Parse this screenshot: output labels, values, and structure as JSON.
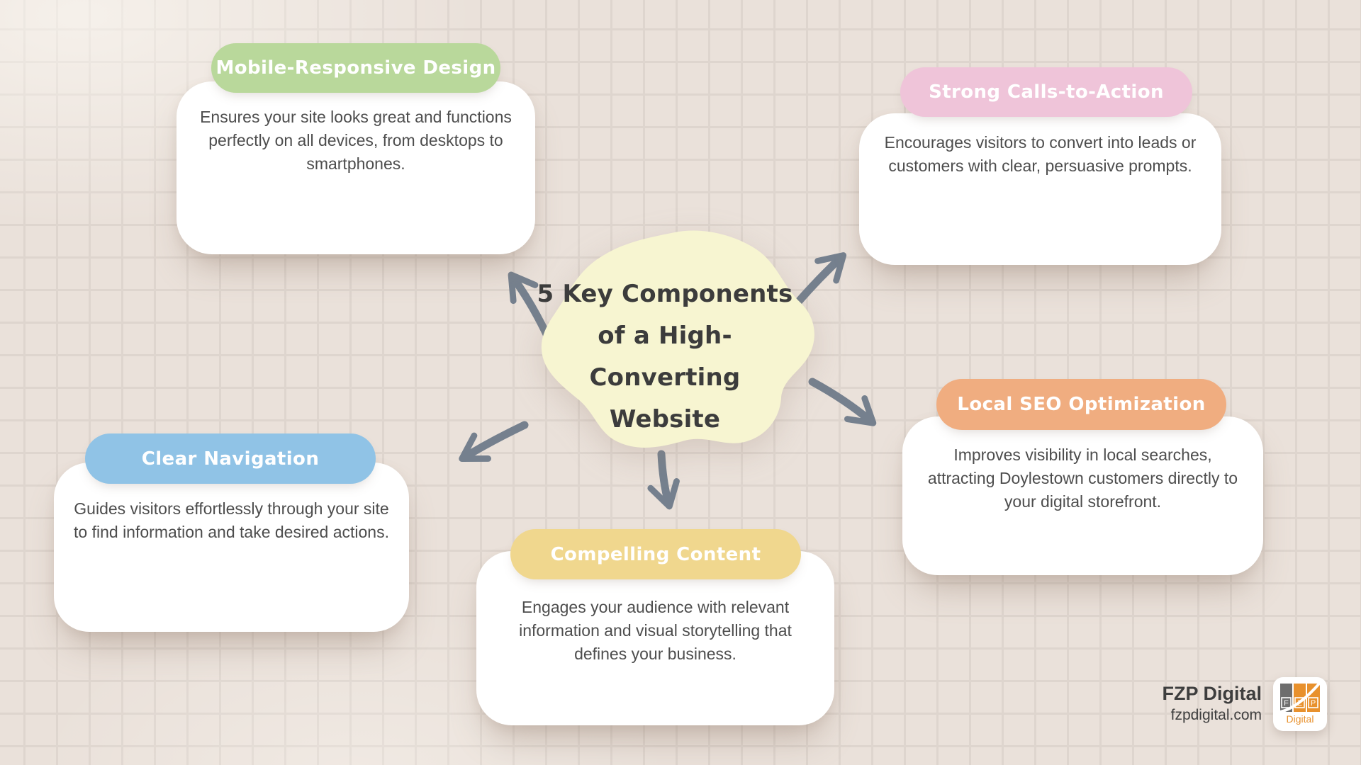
{
  "central": {
    "lines": [
      "5 Key Components",
      "of a High-",
      "Converting Website"
    ]
  },
  "cards": [
    {
      "id": "mobile-responsive-design",
      "label": "Mobile-Responsive Design",
      "body": "Ensures your site looks great and functions perfectly on all devices, from desktops to smartphones.",
      "color": "#B9D89B"
    },
    {
      "id": "strong-calls-to-action",
      "label": "Strong Calls-to-Action",
      "body": "Encourages visitors to convert into leads or customers with clear, persuasive prompts.",
      "color": "#EFC4D9"
    },
    {
      "id": "local-seo-optimization",
      "label": "Local SEO Optimization",
      "body": "Improves visibility in local searches, attracting Doylestown customers directly to your digital storefront.",
      "color": "#F0AD80"
    },
    {
      "id": "clear-navigation",
      "label": "Clear Navigation",
      "body": "Guides visitors effortlessly through your site to find information and take desired actions.",
      "color": "#90C3E6"
    },
    {
      "id": "compelling-content",
      "label": "Compelling Content",
      "body": "Engages your audience with relevant information and visual storytelling that defines your business.",
      "color": "#F0D78E"
    }
  ],
  "footer": {
    "brand": "FZP Digital",
    "website": "fzpdigital.com",
    "logo_letters": [
      "F",
      "Z",
      "P"
    ],
    "logo_sub": "Digital"
  },
  "colors": {
    "background": "#EAE1DA",
    "grid_line": "#DED5CE",
    "card_bg": "#FFFFFF",
    "blob_fill": "#F7F5D1",
    "arrow": "#75808E",
    "central_text": "#3C3C3C",
    "body_text": "#4D4D4D",
    "pill_text": "#FFFFFF",
    "brand_orange": "#E8912D",
    "brand_gray": "#6E6E6E"
  }
}
